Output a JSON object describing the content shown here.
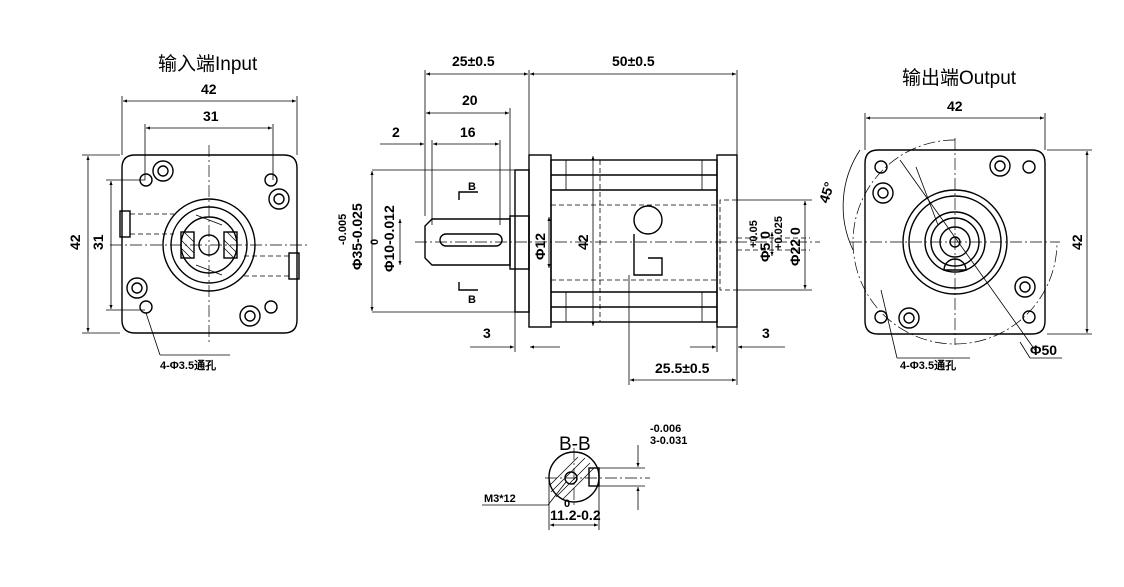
{
  "views": {
    "input_title": "输入端Input",
    "output_title": "输出端Output",
    "section_title": "B-B"
  },
  "input_view": {
    "width": "42",
    "hole_spacing_h": "31",
    "height": "42",
    "hole_spacing_v": "31",
    "holes": "4-Φ3.5通孔"
  },
  "side_view": {
    "shaft_length": "25±0.5",
    "body_length": "50±0.5",
    "key_offset": "20",
    "key_length": "16",
    "shoulder": "2",
    "pilot_tol_upper": "-0.005",
    "pilot_dia": "Φ35-0.025",
    "shaft_tol_upper": "0",
    "shaft_dia": "Φ10-0.012",
    "boss_dia": "Φ12",
    "body_height": "42",
    "bore_dia": "Φ5 0",
    "bore_tol": "+0.05",
    "recess_dia": "Φ22 0",
    "recess_tol": "+0.025",
    "flange_left": "3",
    "flange_right": "3",
    "recess_depth": "25.5±0.5",
    "section_mark": "B"
  },
  "output_view": {
    "width": "42",
    "height": "42",
    "angle": "45°",
    "holes": "4-Φ3.5通孔",
    "pcd": "Φ50"
  },
  "section_view": {
    "tap": "M3*12",
    "key_width": "3-0.031",
    "key_tol": "-0.006",
    "height_tol": "0",
    "height": "11.2-0.2"
  }
}
